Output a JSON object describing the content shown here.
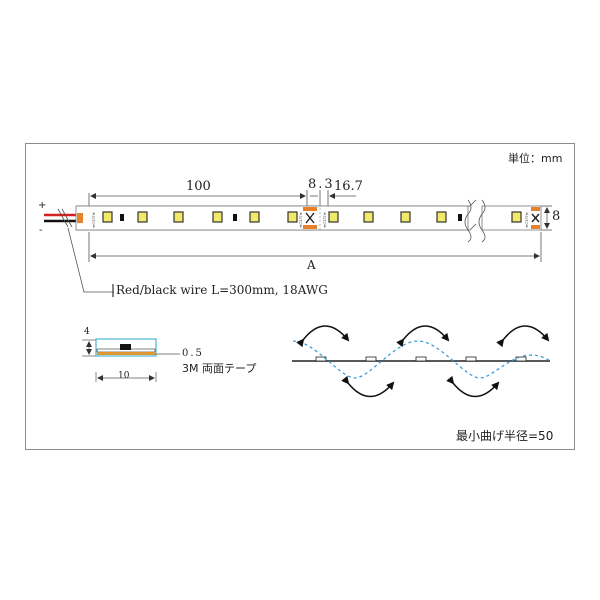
{
  "unit_label": "単位：mm",
  "dimensions": {
    "pitch_100": "100",
    "cut_gap": "8.3",
    "cut_segment": "16.7",
    "width": "8",
    "length": "A"
  },
  "polarity": {
    "plus": "+",
    "minus": "-"
  },
  "wire_label": "Red/black wire L=300mm, 18AWG",
  "section_view": {
    "height": "4",
    "tape_thickness": "0.5",
    "width": "10",
    "tape_label": "3M 両面テープ"
  },
  "bend_radius_label": "最小曲げ半径=50",
  "pcb_marking": "≡CUT≡",
  "colors": {
    "led": "#f2e96a",
    "pad": "#e8822a",
    "wire_red": "#d21f1f",
    "wire_black": "#111111",
    "tape": "#e0962e",
    "bend_path": "#3aa0d8",
    "section_outline": "#2aa7c9"
  }
}
